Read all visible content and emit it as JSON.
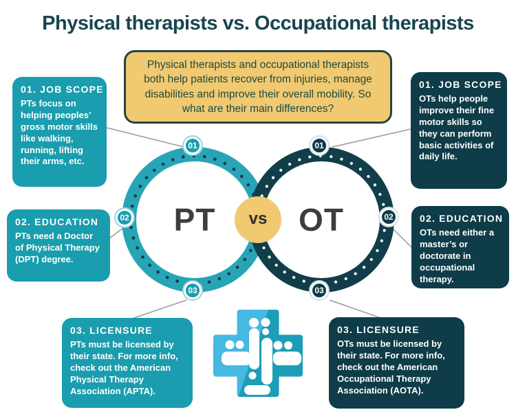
{
  "title": "Physical therapists vs. Occupational therapists",
  "intro": {
    "text": "Physical therapists and occupational therapists both help patients recover from injuries, manage disabilities and improve their overall mobility. So what are their main differences?"
  },
  "left": {
    "circle_label": "PT",
    "badges": [
      "01",
      "02",
      "03"
    ],
    "boxes": [
      {
        "heading": "01. JOB SCOPE",
        "body": "PTs focus on helping peoples’ gross motor skills like walking, running, lifting their arms, etc."
      },
      {
        "heading": "02. EDUCATION",
        "body": "PTs need a Doctor of Physical Therapy (DPT) degree."
      },
      {
        "heading": "03. LICENSURE",
        "body": "PTs must be licensed by their state. For more info, check out the American Physical Therapy Association (APTA)."
      }
    ]
  },
  "right": {
    "circle_label": "OT",
    "badges": [
      "01",
      "02",
      "03"
    ],
    "boxes": [
      {
        "heading": "01. JOB SCOPE",
        "body": "OTs help people improve their fine motor skills so they can perform basic activities of daily life."
      },
      {
        "heading": "02. EDUCATION",
        "body": "OTs need either a master’s or doctorate in occupational therapy."
      },
      {
        "heading": "03. LICENSURE",
        "body": "OTs must be licensed by their state. For more info, check out the American Occupational Therapy Association (AOTA)."
      }
    ]
  },
  "center": {
    "versus_label": "vs"
  },
  "icons": {
    "bottom_icon": "medical-cross-people-icon"
  },
  "colors": {
    "teal": "#1A9DAE",
    "dark_teal": "#0E3C48",
    "ring_left": "#27A5B6",
    "ring_right": "#113E4A",
    "dot_left": "#173A41",
    "gold": "#F0C971",
    "title_text": "#17454F",
    "connector_gray": "#999999",
    "pt_ot_text": "#3D3D3D",
    "intro_border": "#25443E",
    "intro_text": "#1E4A40",
    "cross_light_blue": "#45B9E2",
    "cross_dark_teal": "#1D9DB8"
  }
}
